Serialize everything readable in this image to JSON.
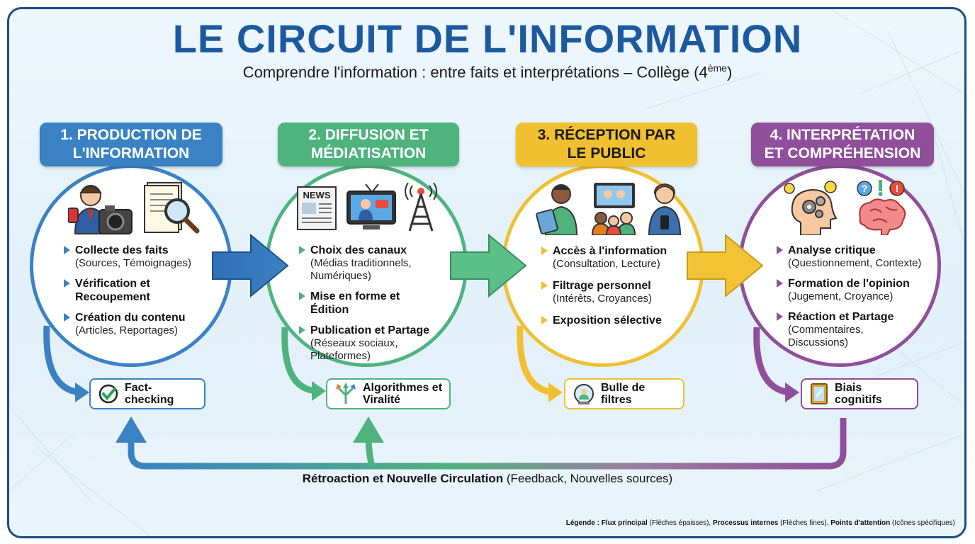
{
  "title": "LE CIRCUIT DE L'INFORMATION",
  "subtitle": "Comprendre l'information : entre faits et interprétations – Collège (4",
  "subtitle_sup": "ème",
  "subtitle_end": ")",
  "colors": {
    "blue": "#3b82c4",
    "green": "#4fb37e",
    "yellow": "#f0c030",
    "purple": "#8f4f9a",
    "title": "#1c5aa0"
  },
  "stages": [
    {
      "title_line1": "1. PRODUCTION DE",
      "title_line2": "L'INFORMATION",
      "icons": [
        "journalist-camera-icon",
        "document-magnifier-icon"
      ],
      "items": [
        {
          "title": "Collecte des faits",
          "sub": "(Sources, Témoignages)"
        },
        {
          "title": "Vérification et Recoupement",
          "sub": ""
        },
        {
          "title": "Création du contenu",
          "sub": "(Articles, Reportages)"
        }
      ],
      "box_label": "Fact-checking",
      "box_icon": "check-circle-icon"
    },
    {
      "title_line1": "2. DIFFUSION ET",
      "title_line2": "MÉDIATISATION",
      "icons": [
        "newspaper-icon",
        "tv-icon",
        "antenna-icon"
      ],
      "news_label": "NEWS",
      "items": [
        {
          "title": "Choix des canaux",
          "sub": "(Médias traditionnels, Numériques)"
        },
        {
          "title": "Mise en forme et Édition",
          "sub": ""
        },
        {
          "title": "Publication et Partage",
          "sub": "(Réseaux sociaux, Plateformes)"
        }
      ],
      "box_label": "Algorithmes et Viralité",
      "box_icon": "branching-arrows-icon"
    },
    {
      "title_line1": "3. RÉCEPTION PAR",
      "title_line2": "LE PUBLIC",
      "icons": [
        "person-tablet-icon",
        "family-tv-icon",
        "person-phone-icon"
      ],
      "items": [
        {
          "title": "Accès à l'information",
          "sub": "(Consultation, Lecture)"
        },
        {
          "title": "Filtrage personnel",
          "sub": "(Intérêts, Croyances)"
        },
        {
          "title": "Exposition sélective",
          "sub": ""
        }
      ],
      "box_label": "Bulle de filtres",
      "box_icon": "filter-bubble-icon"
    },
    {
      "title_line1": "4. INTERPRÉTATION",
      "title_line2": "ET COMPRÉHENSION",
      "icons": [
        "head-gears-icon",
        "brain-question-icon"
      ],
      "items": [
        {
          "title": "Analyse critique",
          "sub": "(Questionnement, Contexte)"
        },
        {
          "title": "Formation de l'opinion",
          "sub": "(Jugement, Croyance)"
        },
        {
          "title": "Réaction et Partage",
          "sub": "(Commentaires, Discussions)"
        }
      ],
      "box_label": "Biais cognitifs",
      "box_icon": "mirror-icon"
    }
  ],
  "feedback": {
    "bold": "Rétroaction et Nouvelle Circulation",
    "rest": " (Feedback, Nouvelles sources)"
  },
  "legend": {
    "label": "Légende : ",
    "k1": "Flux principal",
    "v1": " (Flèches épaisses), ",
    "k2": "Processus internes",
    "v2": " (Flèches fines), ",
    "k3": "Points d'attention",
    "v3": " (Icônes spécifiques)"
  }
}
